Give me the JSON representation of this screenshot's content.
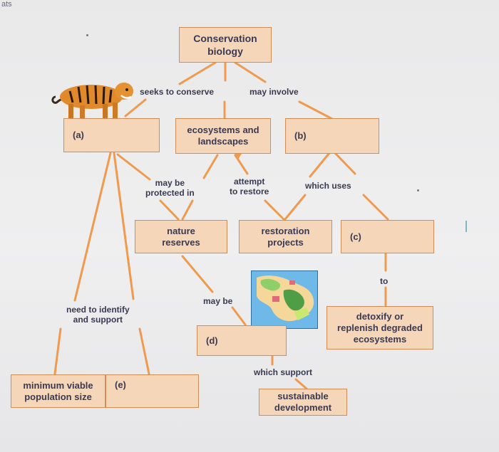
{
  "corner_text": "ats",
  "nodes": {
    "conservation_biology": "Conservation\nbiology",
    "a": "(a)",
    "ecosystems": "ecosystems and\nlandscapes",
    "b": "(b)",
    "nature_reserves": "nature\nreserves",
    "restoration_projects": "restoration\nprojects",
    "c": "(c)",
    "d": "(d)",
    "detoxify": "detoxify or\nreplenish degraded\necosystems",
    "min_viable": "minimum viable\npopulation size",
    "e": "(e)",
    "sustainable": "sustainable\ndevelopment"
  },
  "links": {
    "seeks_to_conserve": "seeks to conserve",
    "may_involve": "may involve",
    "may_be_protected_in": "may be\nprotected in",
    "attempt_to_restore": "attempt\nto restore",
    "which_uses": "which uses",
    "to": "to",
    "may_be": "may be",
    "need_to_identify": "need to identify\nand support",
    "which_support": "which support"
  },
  "colors": {
    "box_fill": "#f6d6b8",
    "box_border": "#d28c56",
    "connector": "#f09a4e",
    "text": "#3a3a52"
  },
  "icons": [
    "tiger-image",
    "map-image"
  ]
}
